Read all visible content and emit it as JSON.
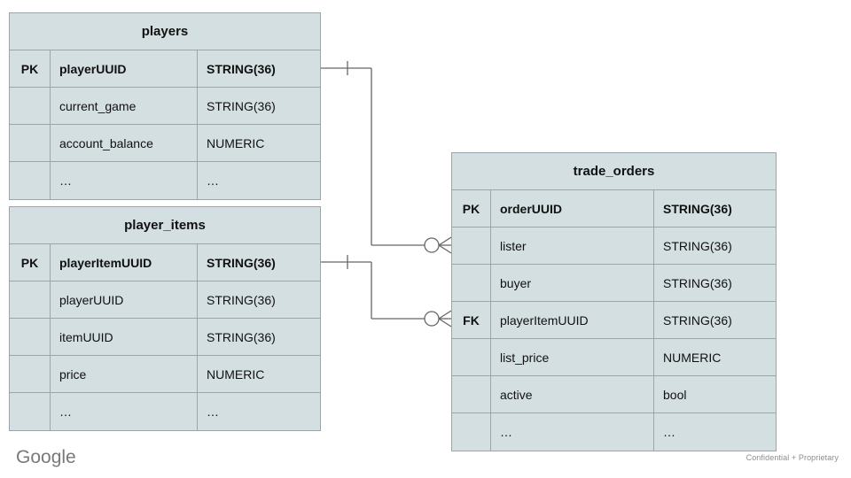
{
  "diagram": {
    "type": "entity-relationship-diagram",
    "entity_fill_color": "#d4dfe2",
    "entity_border_color": "#9aa6a9",
    "connector_color": "#666666",
    "background_color": "#ffffff"
  },
  "entities": [
    {
      "id": "players",
      "title": "players",
      "rows": [
        {
          "key": "PK",
          "name": "playerUUID",
          "type": "STRING(36)",
          "primary": true
        },
        {
          "key": "",
          "name": "current_game",
          "type": "STRING(36)",
          "primary": false
        },
        {
          "key": "",
          "name": "account_balance",
          "type": "NUMERIC",
          "primary": false
        },
        {
          "key": "",
          "name": "…",
          "type": "…",
          "primary": false
        }
      ]
    },
    {
      "id": "player_items",
      "title": "player_items",
      "rows": [
        {
          "key": "PK",
          "name": "playerItemUUID",
          "type": "STRING(36)",
          "primary": true
        },
        {
          "key": "",
          "name": "playerUUID",
          "type": "STRING(36)",
          "primary": false
        },
        {
          "key": "",
          "name": "itemUUID",
          "type": "STRING(36)",
          "primary": false
        },
        {
          "key": "",
          "name": "price",
          "type": "NUMERIC",
          "primary": false
        },
        {
          "key": "",
          "name": "…",
          "type": "…",
          "primary": false
        }
      ]
    },
    {
      "id": "trade_orders",
      "title": "trade_orders",
      "rows": [
        {
          "key": "PK",
          "name": "orderUUID",
          "type": "STRING(36)",
          "primary": true
        },
        {
          "key": "",
          "name": "lister",
          "type": "STRING(36)",
          "primary": false
        },
        {
          "key": "",
          "name": "buyer",
          "type": "STRING(36)",
          "primary": false
        },
        {
          "key": "FK",
          "name": "playerItemUUID",
          "type": "STRING(36)",
          "primary": false
        },
        {
          "key": "",
          "name": "list_price",
          "type": "NUMERIC",
          "primary": false
        },
        {
          "key": "",
          "name": "active",
          "type": "bool",
          "primary": false
        },
        {
          "key": "",
          "name": "…",
          "type": "…",
          "primary": false
        }
      ]
    }
  ],
  "relationships": [
    {
      "id": "players-to-trade-orders",
      "from_entity": "players",
      "from_field": "playerUUID",
      "from_cardinality": "one",
      "to_entity": "trade_orders",
      "to_field": "lister",
      "to_cardinality": "zero-or-many"
    },
    {
      "id": "player-items-to-trade-orders",
      "from_entity": "player_items",
      "from_field": "playerItemUUID",
      "from_cardinality": "one",
      "to_entity": "trade_orders",
      "to_field": "playerItemUUID",
      "to_cardinality": "zero-or-many"
    }
  ],
  "footer": {
    "logo_text": "Google",
    "note": "Confidential + Proprietary"
  }
}
